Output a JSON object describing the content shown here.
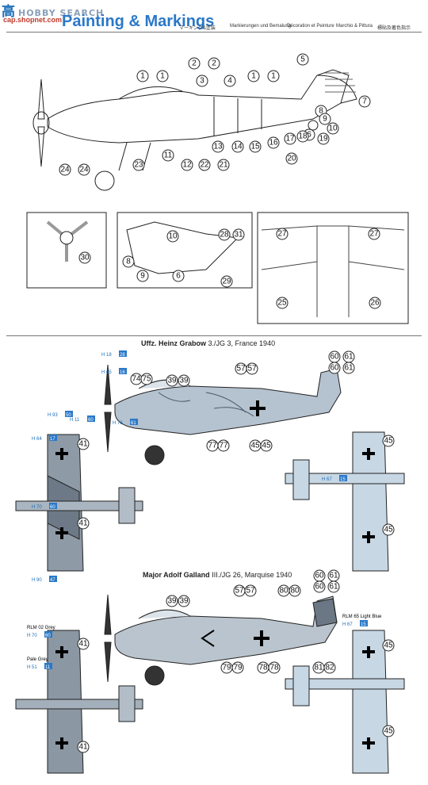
{
  "watermark": {
    "cjk": "高",
    "en": "HOBBY SEARCH",
    "url": "cap.shopnet.com"
  },
  "header": {
    "title": "Painting & Markings",
    "langs": [
      "マーキング&塗装",
      "Markierungen und Bemalung",
      "Décoration et Peinture",
      "Marchio & Pittura",
      "標貼及著色指示"
    ]
  },
  "callouts_top": [
    "1",
    "1",
    "2",
    "2",
    "3",
    "4",
    "1",
    "1",
    "5",
    "6",
    "7",
    "8",
    "9",
    "10",
    "11",
    "12",
    "13",
    "14",
    "15",
    "16",
    "17",
    "18",
    "19",
    "20",
    "21",
    "22",
    "23",
    "24",
    "24"
  ],
  "callouts_detail": [
    "30",
    "10",
    "8",
    "9",
    "6",
    "28",
    "31",
    "29",
    "27",
    "27",
    "25",
    "26"
  ],
  "scheme1": {
    "name": "Uffz. Heinz Grabow",
    "unit": "3./JG 3, France 1940",
    "callouts": [
      "74",
      "75",
      "39",
      "39",
      "57",
      "57",
      "60",
      "61",
      "60",
      "61",
      "77",
      "77",
      "45",
      "45",
      "41",
      "41",
      "45",
      "45"
    ],
    "paints": [
      {
        "code": "H 18",
        "num": "28"
      },
      {
        "code": "H 65",
        "num": "16"
      },
      {
        "code": "H 93",
        "num": "50"
      },
      {
        "code": "H 11",
        "num": "60"
      },
      {
        "code": "H 64",
        "num": "17"
      },
      {
        "code": "H 76",
        "num": "61"
      },
      {
        "code": "H 70",
        "num": "60"
      },
      {
        "code": "H 67",
        "num": "15"
      },
      {
        "code": "H 90",
        "num": "47"
      }
    ]
  },
  "scheme2": {
    "name": "Major Adolf Galland",
    "unit": "III./JG 26, Marquise 1940",
    "callouts": [
      "57",
      "57",
      "80",
      "80",
      "60",
      "61",
      "60",
      "61",
      "39",
      "39",
      "79",
      "79",
      "78",
      "78",
      "81",
      "82",
      "41",
      "41",
      "45",
      "45"
    ],
    "paints": [
      {
        "label": "RLM 02 Grey",
        "code": "H 70",
        "num": "60"
      },
      {
        "label": "Pale Grey",
        "code": "H 51",
        "num": "11"
      },
      {
        "label": "RLM 65 Light Blue",
        "code": "H 67",
        "num": "15"
      }
    ]
  },
  "colors": {
    "accent": "#2a78c8",
    "light_blue": "#c7d7e4",
    "mottle": "#5d6b7d"
  }
}
